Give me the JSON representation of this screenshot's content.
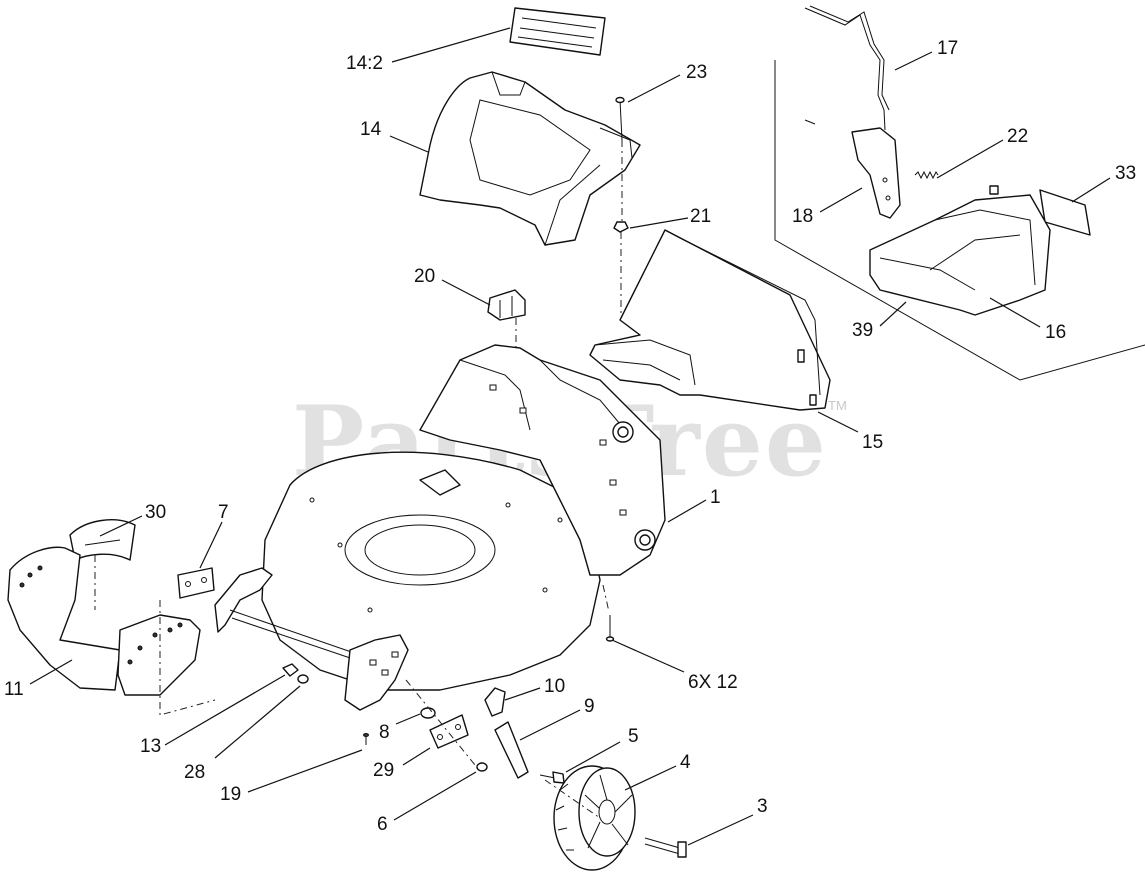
{
  "watermark": {
    "text": "PartsTree",
    "tm": "TM"
  },
  "callouts": {
    "c14_2": "14:2",
    "c14": "14",
    "c23": "23",
    "c17": "17",
    "c22": "22",
    "c33": "33",
    "c18": "18",
    "c21": "21",
    "c20": "20",
    "c39": "39",
    "c16": "16",
    "c15": "15",
    "c1": "1",
    "c30": "30",
    "c7": "7",
    "c11": "11",
    "c6x12": "6X 12",
    "c10": "10",
    "c9": "9",
    "c8": "8",
    "c13": "13",
    "c28": "28",
    "c5": "5",
    "c4": "4",
    "c29": "29",
    "c19": "19",
    "c6": "6",
    "c3": "3"
  }
}
